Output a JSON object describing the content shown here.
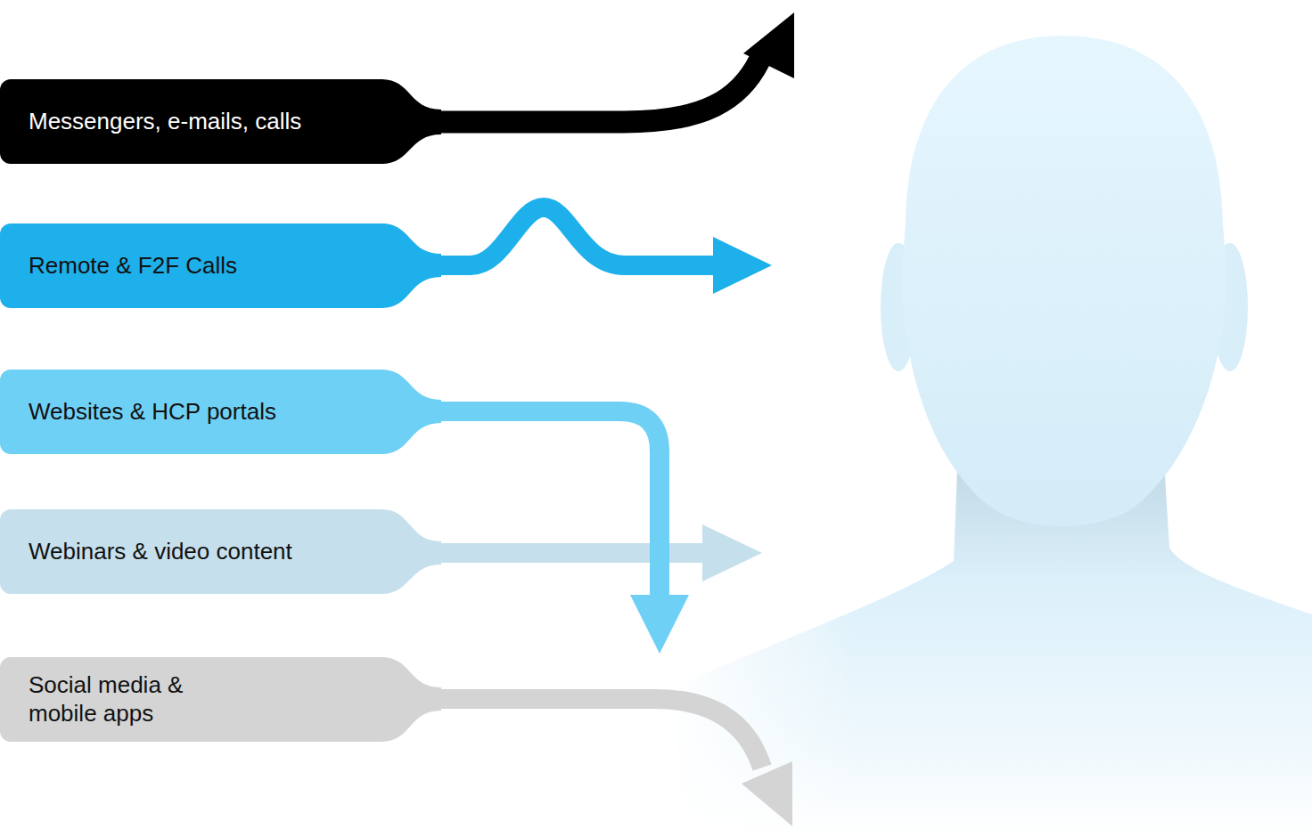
{
  "diagram": {
    "nodes": [
      {
        "text": [
          "Messengers, e-mails, calls"
        ]
      },
      {
        "text": [
          "Remote & F2F Calls"
        ]
      },
      {
        "text": [
          "Websites & HCP portals"
        ]
      },
      {
        "text": [
          "Webinars & video content"
        ]
      },
      {
        "text": [
          "Social media & mobile apps"
        ]
      }
    ]
  }
}
